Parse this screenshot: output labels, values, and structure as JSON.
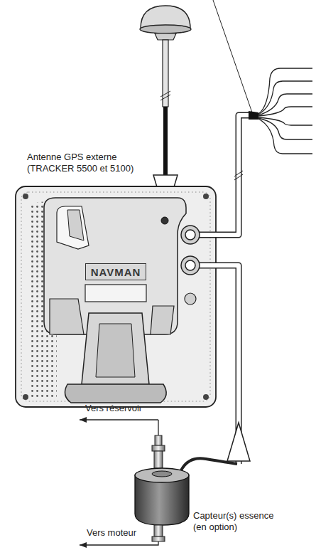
{
  "diagram": {
    "nodes": [
      {
        "text": [
          "NAVMAN"
        ]
      }
    ],
    "labels": [
      "Antenne GPS externe (TRACKER 5500 et 5100)",
      "Vers réservoir",
      "Vers moteur",
      "Capteur(s) essence (en option)"
    ]
  }
}
